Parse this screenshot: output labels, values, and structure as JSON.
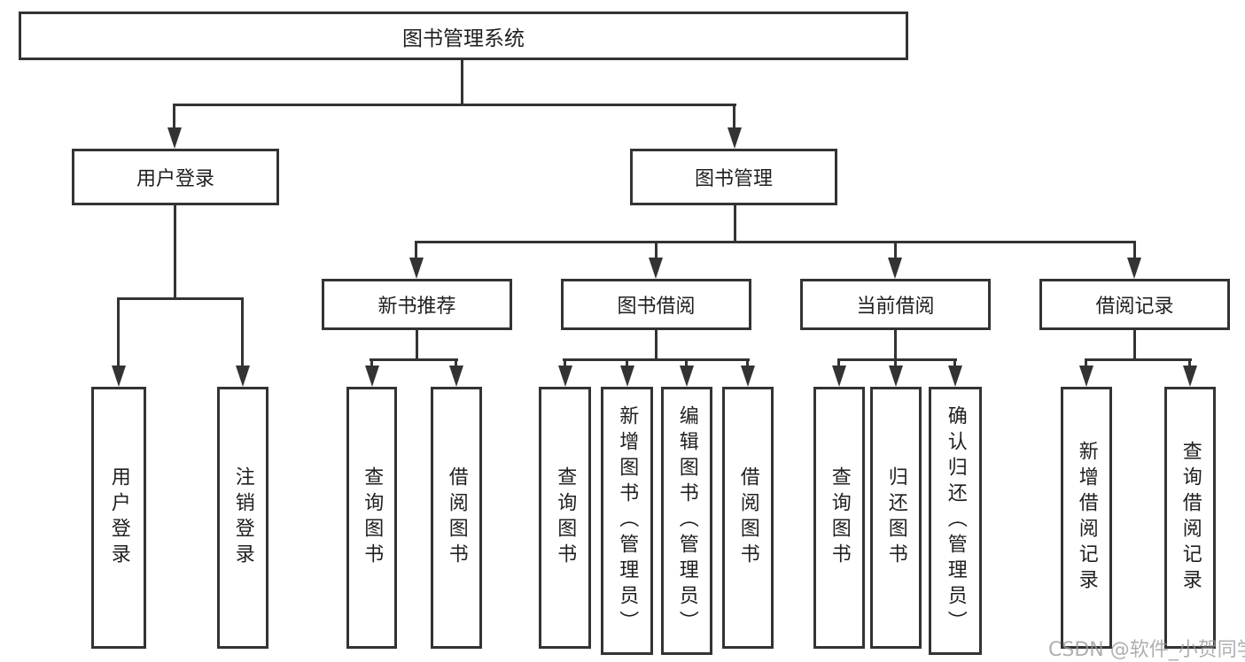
{
  "diagram": {
    "root": {
      "label": "图书管理系统"
    },
    "branches": [
      {
        "label": "用户登录",
        "children": [
          {
            "label": "用户登录"
          },
          {
            "label": "注销登录"
          }
        ]
      },
      {
        "label": "图书管理",
        "children": [
          {
            "label": "新书推荐",
            "children": [
              {
                "label": "查询图书"
              },
              {
                "label": "借阅图书"
              }
            ]
          },
          {
            "label": "图书借阅",
            "children": [
              {
                "label": "查询图书"
              },
              {
                "label": "新增图书（管理员）"
              },
              {
                "label": "编辑图书（管理员）"
              },
              {
                "label": "借阅图书"
              }
            ]
          },
          {
            "label": "当前借阅",
            "children": [
              {
                "label": "查询图书"
              },
              {
                "label": "归还图书"
              },
              {
                "label": "确认归还（管理员）"
              }
            ]
          },
          {
            "label": "借阅记录",
            "children": [
              {
                "label": "新增借阅记录"
              },
              {
                "label": "查询借阅记录"
              }
            ]
          }
        ]
      }
    ]
  },
  "watermark": {
    "text": "CSDN @软件_小贺同学"
  },
  "colors": {
    "line": "#333333",
    "text": "#1f1f1f",
    "background": "#ffffff",
    "watermark": "#989898"
  }
}
